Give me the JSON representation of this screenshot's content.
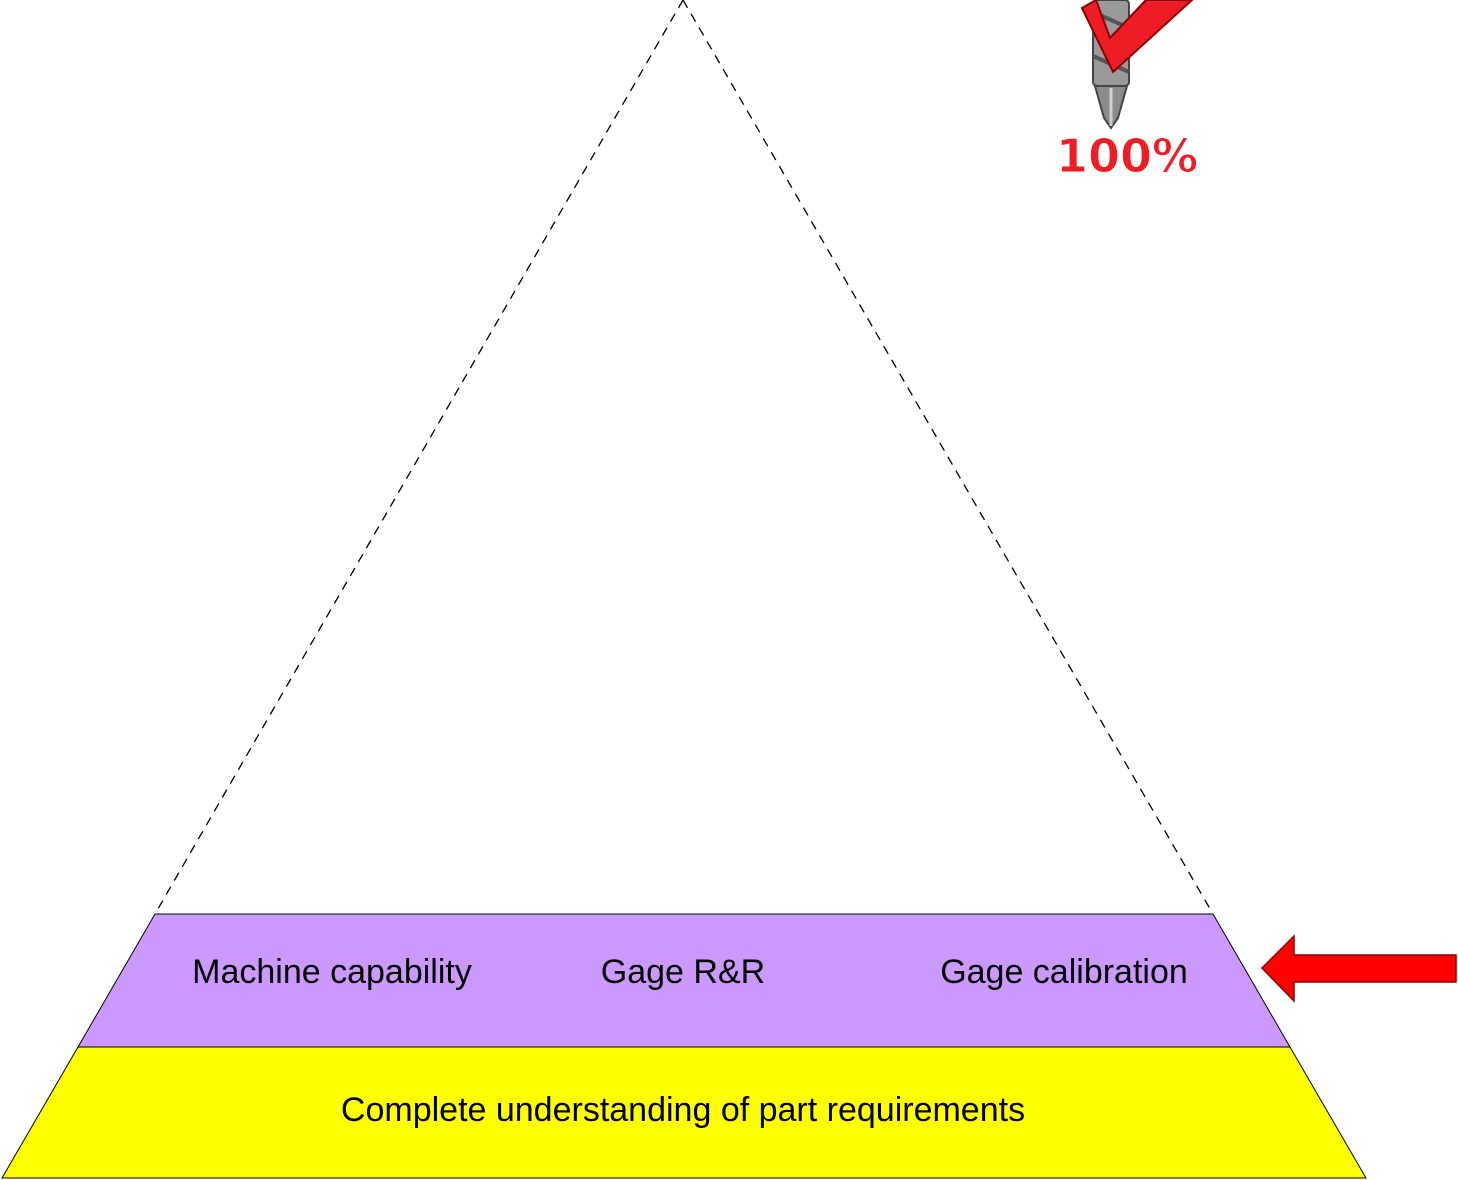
{
  "diagram": {
    "layers": [
      {
        "id": "bottom",
        "fill": "#FFFF00",
        "labels": [
          "Complete understanding of part requirements"
        ]
      },
      {
        "id": "second",
        "fill": "#CC99FF",
        "labels": [
          "Machine capability",
          "Gage R&R",
          "Gage calibration"
        ]
      }
    ],
    "outline_color": "#000000",
    "pointer_arrow": {
      "color": "#FF0000",
      "icon": "left-arrow-icon"
    },
    "badge": {
      "text": "100%",
      "color": "#EE1C25",
      "icons": [
        "drill-bit-icon",
        "checkmark-icon"
      ]
    }
  }
}
